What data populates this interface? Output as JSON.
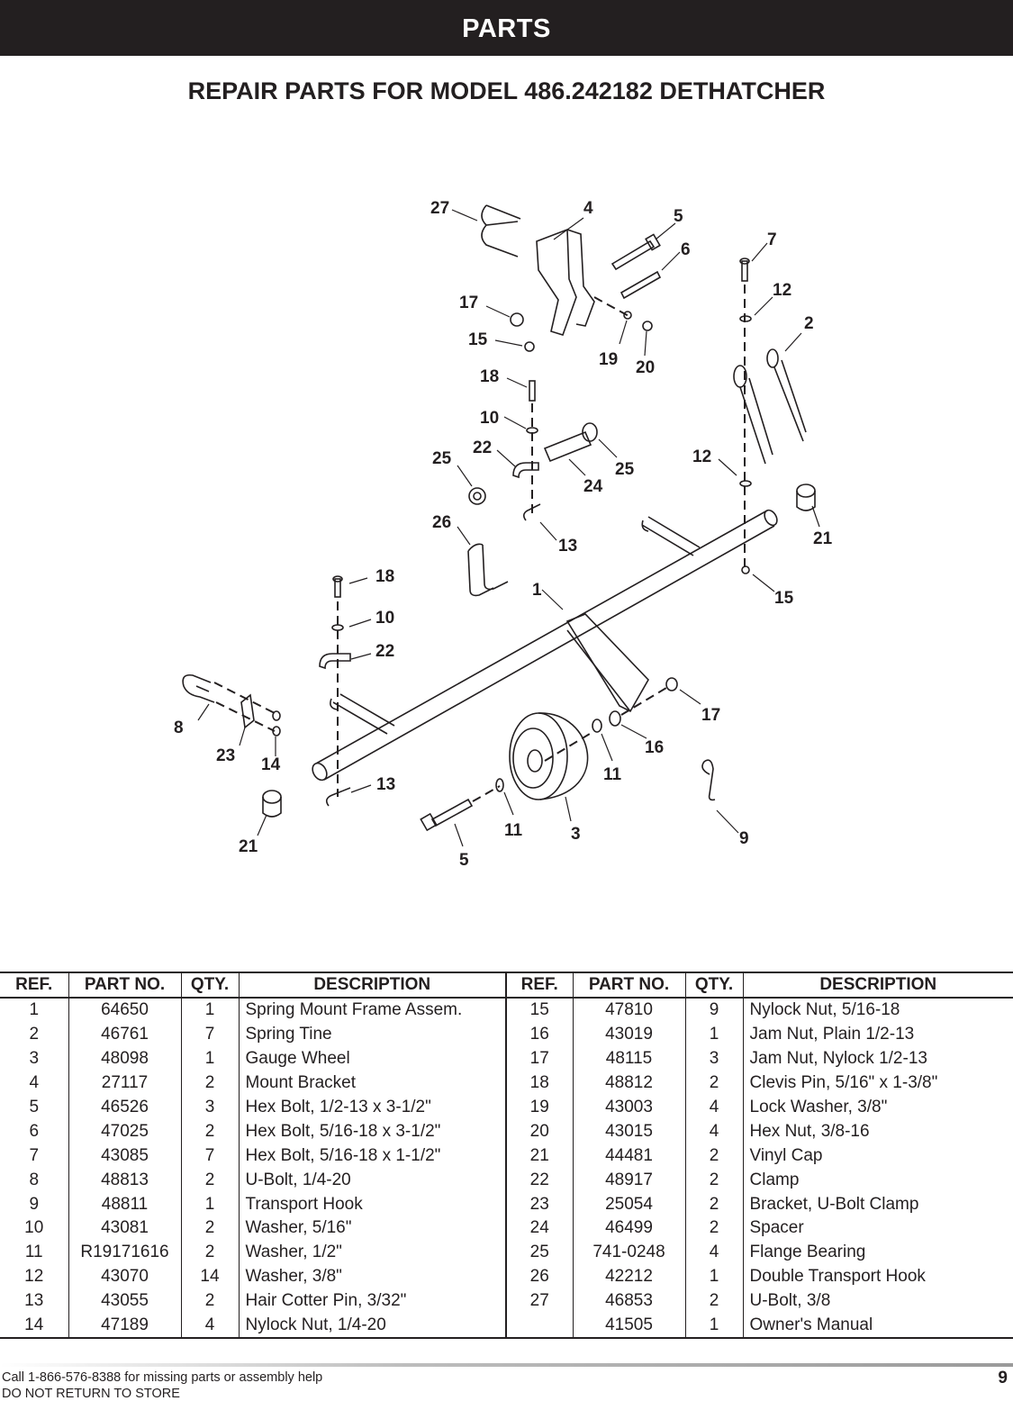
{
  "header": {
    "banner": "PARTS",
    "title": "REPAIR PARTS FOR MODEL 486.242182 DETHATCHER"
  },
  "diagram": {
    "callouts": [
      "27",
      "4",
      "5",
      "6",
      "7",
      "12",
      "2",
      "17",
      "15",
      "19",
      "20",
      "18",
      "10",
      "22",
      "25",
      "24",
      "25",
      "12",
      "26",
      "13",
      "21",
      "18",
      "1",
      "15",
      "10",
      "22",
      "17",
      "8",
      "23",
      "14",
      "16",
      "11",
      "13",
      "11",
      "3",
      "9",
      "21",
      "5"
    ]
  },
  "table": {
    "headers": [
      "REF.",
      "PART NO.",
      "QTY.",
      "DESCRIPTION",
      "REF.",
      "PART NO.",
      "QTY.",
      "DESCRIPTION"
    ],
    "rows": [
      {
        "l": [
          "1",
          "64650",
          "1",
          "Spring Mount Frame Assem."
        ],
        "r": [
          "15",
          "47810",
          "9",
          "Nylock Nut, 5/16-18"
        ]
      },
      {
        "l": [
          "2",
          "46761",
          "7",
          "Spring Tine"
        ],
        "r": [
          "16",
          "43019",
          "1",
          "Jam Nut, Plain 1/2-13"
        ]
      },
      {
        "l": [
          "3",
          "48098",
          "1",
          "Gauge Wheel"
        ],
        "r": [
          "17",
          "48115",
          "3",
          "Jam Nut, Nylock 1/2-13"
        ]
      },
      {
        "l": [
          "4",
          "27117",
          "2",
          "Mount Bracket"
        ],
        "r": [
          "18",
          "48812",
          "2",
          "Clevis Pin, 5/16\" x 1-3/8\""
        ]
      },
      {
        "l": [
          "5",
          "46526",
          "3",
          "Hex Bolt, 1/2-13 x 3-1/2\""
        ],
        "r": [
          "19",
          "43003",
          "4",
          "Lock Washer, 3/8\""
        ]
      },
      {
        "l": [
          "6",
          "47025",
          "2",
          "Hex Bolt, 5/16-18 x 3-1/2\""
        ],
        "r": [
          "20",
          "43015",
          "4",
          "Hex Nut, 3/8-16"
        ]
      },
      {
        "l": [
          "7",
          "43085",
          "7",
          "Hex Bolt, 5/16-18 x 1-1/2\""
        ],
        "r": [
          "21",
          "44481",
          "2",
          "Vinyl Cap"
        ]
      },
      {
        "l": [
          "8",
          "48813",
          "2",
          "U-Bolt, 1/4-20"
        ],
        "r": [
          "22",
          "48917",
          "2",
          "Clamp"
        ]
      },
      {
        "l": [
          "9",
          "48811",
          "1",
          "Transport Hook"
        ],
        "r": [
          "23",
          "25054",
          "2",
          "Bracket, U-Bolt Clamp"
        ]
      },
      {
        "l": [
          "10",
          "43081",
          "2",
          "Washer, 5/16\""
        ],
        "r": [
          "24",
          "46499",
          "2",
          "Spacer"
        ]
      },
      {
        "l": [
          "11",
          "R19171616",
          "2",
          "Washer, 1/2\""
        ],
        "r": [
          "25",
          "741-0248",
          "4",
          "Flange Bearing"
        ]
      },
      {
        "l": [
          "12",
          "43070",
          "14",
          "Washer, 3/8\""
        ],
        "r": [
          "26",
          "42212",
          "1",
          "Double Transport Hook"
        ]
      },
      {
        "l": [
          "13",
          "43055",
          "2",
          "Hair Cotter Pin, 3/32\""
        ],
        "r": [
          "27",
          "46853",
          "2",
          "U-Bolt, 3/8"
        ]
      },
      {
        "l": [
          "14",
          "47189",
          "4",
          "Nylock Nut, 1/4-20"
        ],
        "r": [
          "",
          "41505",
          "1",
          "Owner's Manual"
        ]
      }
    ]
  },
  "footer": {
    "help": "Call 1-866-576-8388 for missing parts or assembly help",
    "notice": "DO NOT RETURN TO STORE",
    "page": "9"
  }
}
